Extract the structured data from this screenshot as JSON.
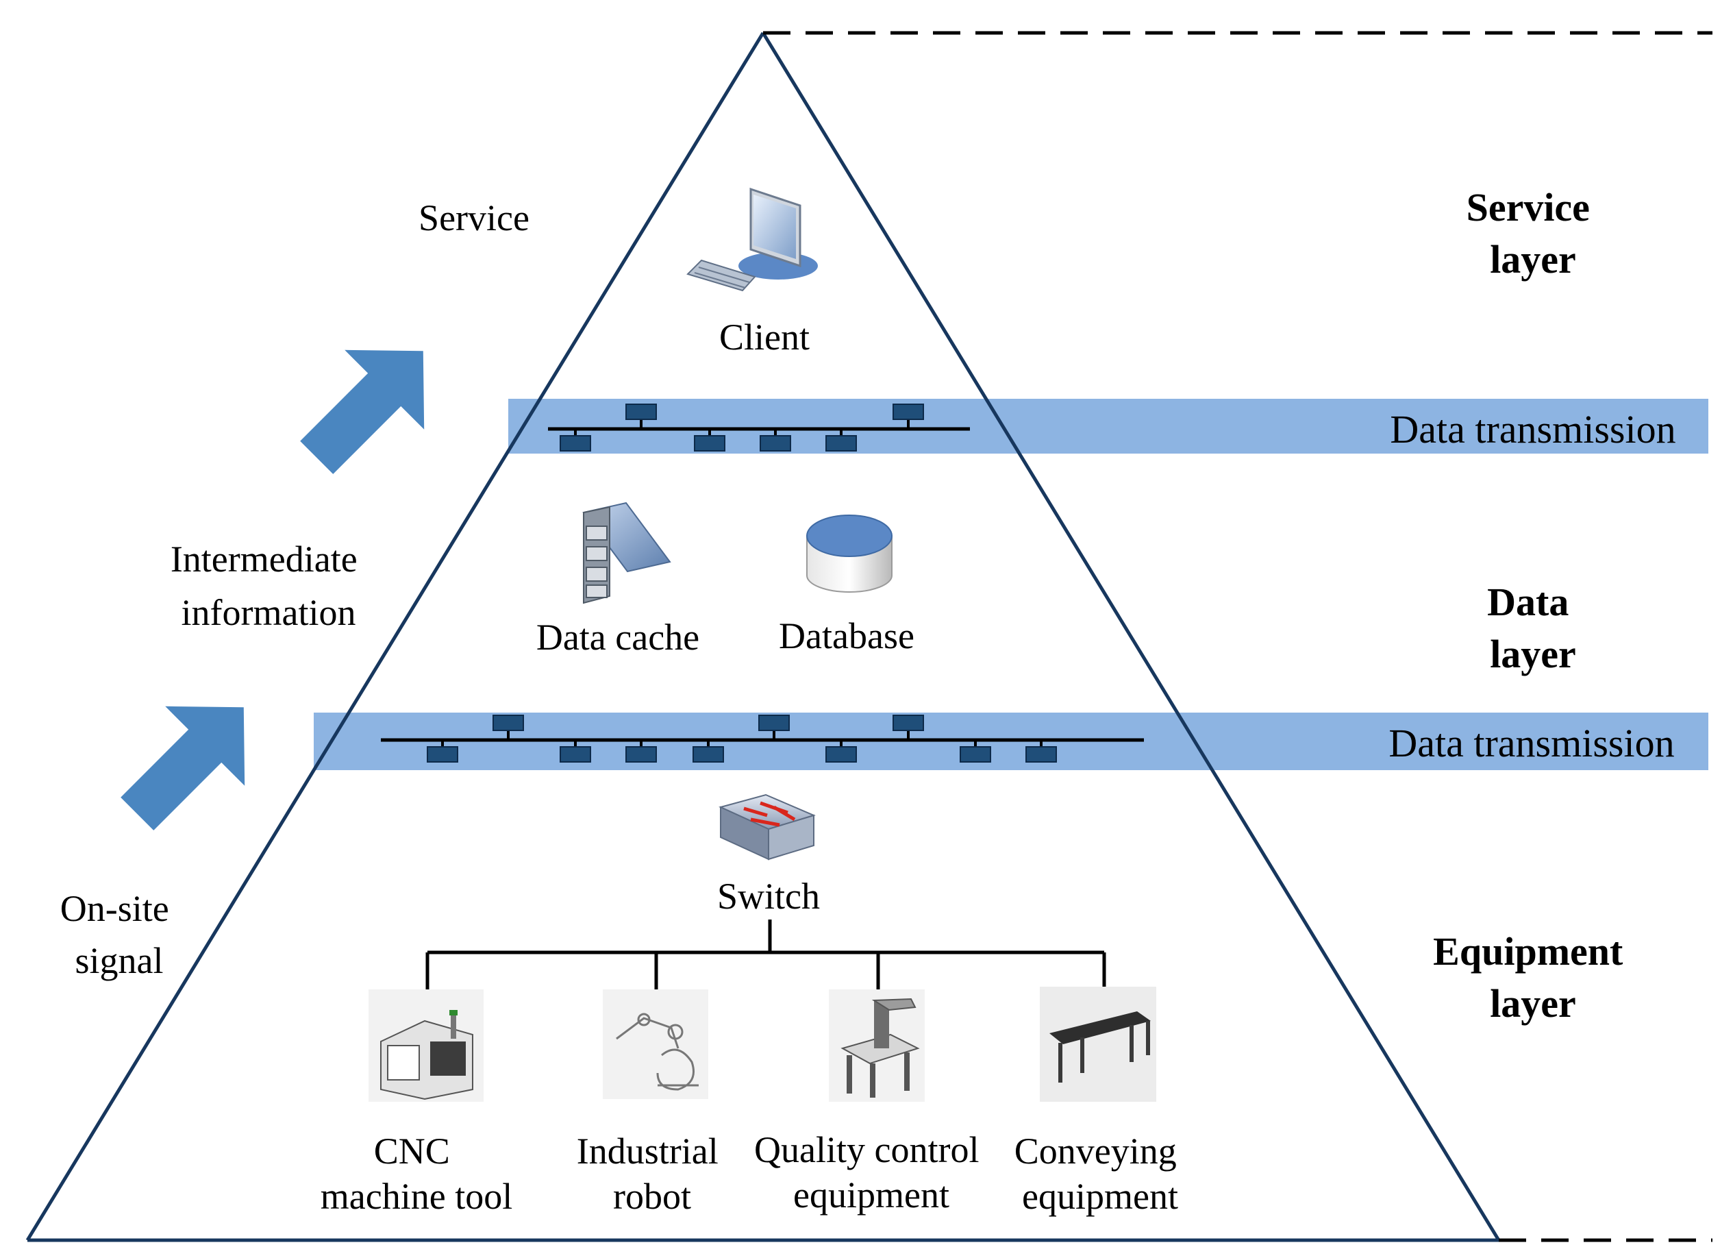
{
  "flow": {
    "service": "Service",
    "intermediate": [
      "Intermediate",
      "information"
    ],
    "onsite": [
      "On-site",
      "signal"
    ]
  },
  "layers": {
    "service": [
      "Service",
      "layer"
    ],
    "data": [
      "Data",
      "layer"
    ],
    "equipment": [
      "Equipment",
      "layer"
    ]
  },
  "bands": {
    "upper": "Data transmission",
    "lower": "Data transmission"
  },
  "nodes": {
    "client": "Client",
    "data_cache": "Data cache",
    "database": "Database",
    "switch": "Switch"
  },
  "equipment": [
    [
      "CNC",
      "machine tool"
    ],
    [
      "Industrial",
      "robot"
    ],
    [
      "Quality control",
      "equipment"
    ],
    [
      "Conveying",
      "equipment"
    ]
  ],
  "colors": {
    "band": "#8db4e2",
    "arrow": "#4a86c0",
    "outline": "#17375e",
    "node": "#1f4e79"
  }
}
